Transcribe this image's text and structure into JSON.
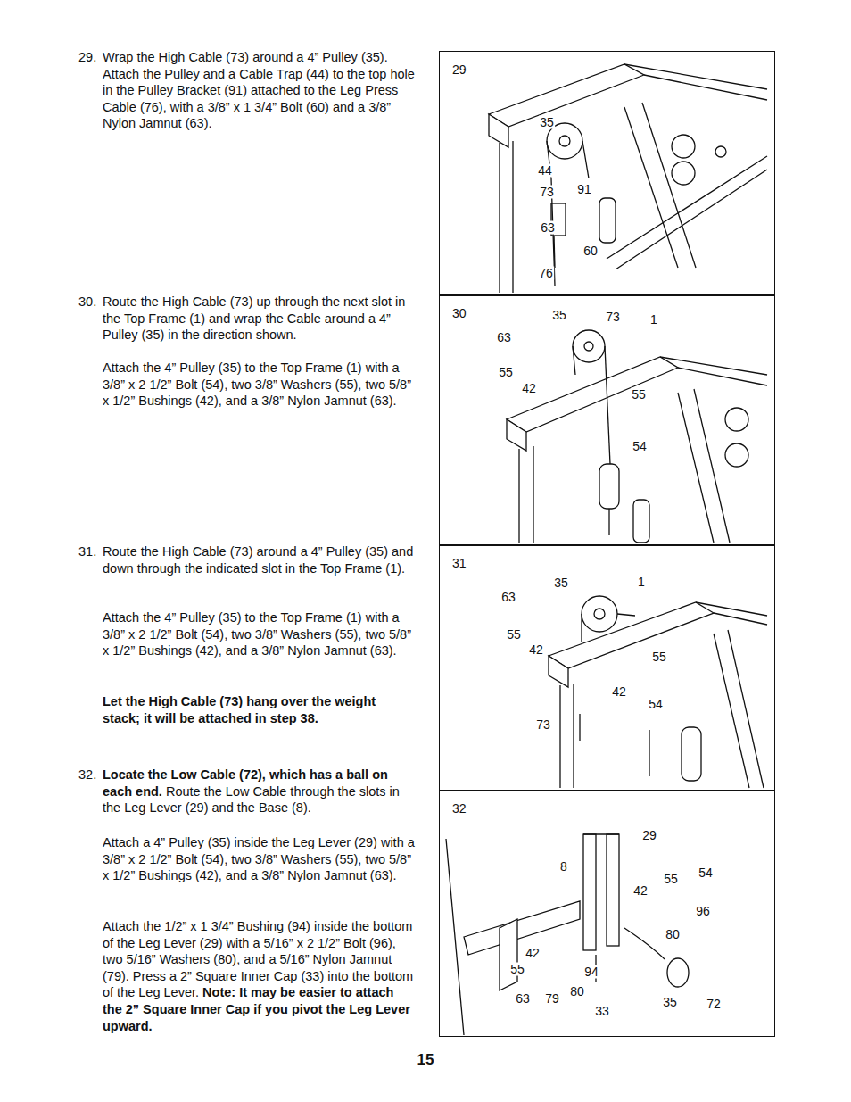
{
  "diagram": {
    "nodes": [
      {
        "text": [
          "29"
        ]
      },
      {
        "text": [
          "30"
        ]
      },
      {
        "text": [
          "31"
        ]
      },
      {
        "text": [
          "32"
        ]
      }
    ],
    "labels": [
      "29.",
      "Wrap the High Cable (73) around a 4” Pulley (35). Attach the Pulley and a Cable Trap (44) to the top hole in the Pulley Bracket (91) attached to the Leg Press Cable (76), with a 3/8” x 1 3/4” Bolt (60) and a 3/8” Nylon Jamnut (63).",
      "30.",
      "Route the High Cable (73) up through the next slot in the Top Frame (1) and wrap the Cable around a 4” Pulley (35) in the direction shown.",
      "Attach the 4” Pulley (35) to the Top Frame (1) with a 3/8” x 2 1/2” Bolt (54), two 3/8” Washers (55), two 5/8” x 1/2” Bushings (42), and a 3/8” Nylon Jamnut (63).",
      "31.",
      "Route the High Cable (73) around a 4” Pulley (35) and down through the indicated slot in the Top Frame (1).",
      "Attach the 4” Pulley (35) to the Top Frame (1) with a 3/8” x 2 1/2” Bolt (54), two 3/8” Washers (55), two 5/8” x 1/2” Bushings (42), and a 3/8” Nylon Jamnut (63).",
      "Let the High Cable (73) hang over the weight stack; it will be attached in step 38.",
      "32.",
      "Locate the Low Cable (72), which has a ball on each end.",
      "Route the Low Cable through the slots in the Leg Lever (29) and the Base (8).",
      "Attach a 4” Pulley (35) inside the Leg Lever (29) with a 3/8” x 2 1/2” Bolt (54), two 3/8” Washers (55), two 5/8” x 1/2” Bushings (42), and a 3/8” Nylon Jamnut (63).",
      "Attach the 1/2” x 1 3/4” Bushing (94) inside the bottom of the Leg Lever (29) with a 5/16” x 2 1/2” Bolt (96), two 5/16” Washers (80), and a 5/16” Nylon Jamnut (79). Press a 2” Square Inner Cap (33) into the bottom of the Leg Lever.",
      "Note: It may be easier to attach the 2” Square Inner Cap if you pivot the Leg Lever upward.",
      "15",
      "35",
      "44",
      "73",
      "91",
      "63",
      "60",
      "76",
      "35",
      "73",
      "1",
      "63",
      "55",
      "42",
      "55",
      "54",
      "35",
      "1",
      "63",
      "55",
      "42",
      "55",
      "42",
      "54",
      "73",
      "29",
      "8",
      "55",
      "54",
      "42",
      "96",
      "80",
      "42",
      "55",
      "94",
      "63",
      "79",
      "80",
      "35",
      "72",
      "33"
    ]
  }
}
